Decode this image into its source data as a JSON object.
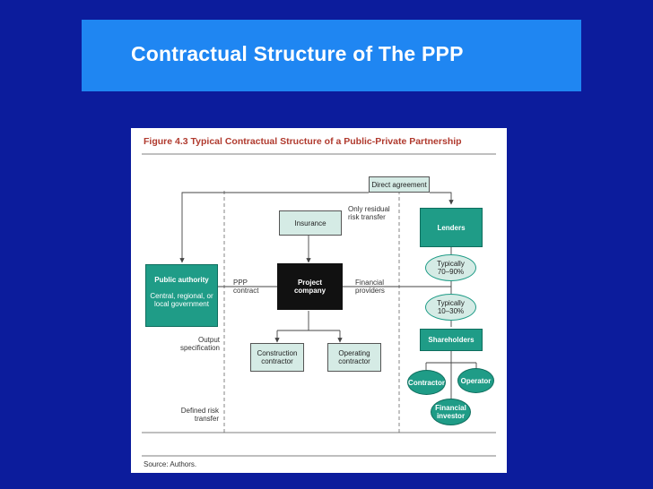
{
  "slide": {
    "title": "Contractual Structure of The PPP"
  },
  "figure": {
    "caption": "Figure 4.3   Typical Contractual Structure of a Public-Private Partnership",
    "source": "Source: Authors.",
    "nodes": {
      "direct_agreement": "Direct agreement",
      "insurance": "Insurance",
      "lenders": "Lenders",
      "public_authority_title": "Public authority",
      "public_authority_sub": "Central, regional, or local government",
      "project_company": "Project company",
      "typically_1": "Typically 70–90%",
      "typically_2": "Typically 10–30%",
      "shareholders": "Shareholders",
      "construction_contractor": "Construction contractor",
      "operating_contractor": "Operating contractor",
      "contractor": "Contractor",
      "operator": "Operator",
      "financial_investor": "Financial investor"
    },
    "labels": {
      "only_residual": "Only residual risk transfer",
      "ppp_contract": "PPP contract",
      "financial_providers": "Financial providers",
      "output_specification": "Output specification",
      "defined_risk": "Defined risk transfer"
    }
  }
}
